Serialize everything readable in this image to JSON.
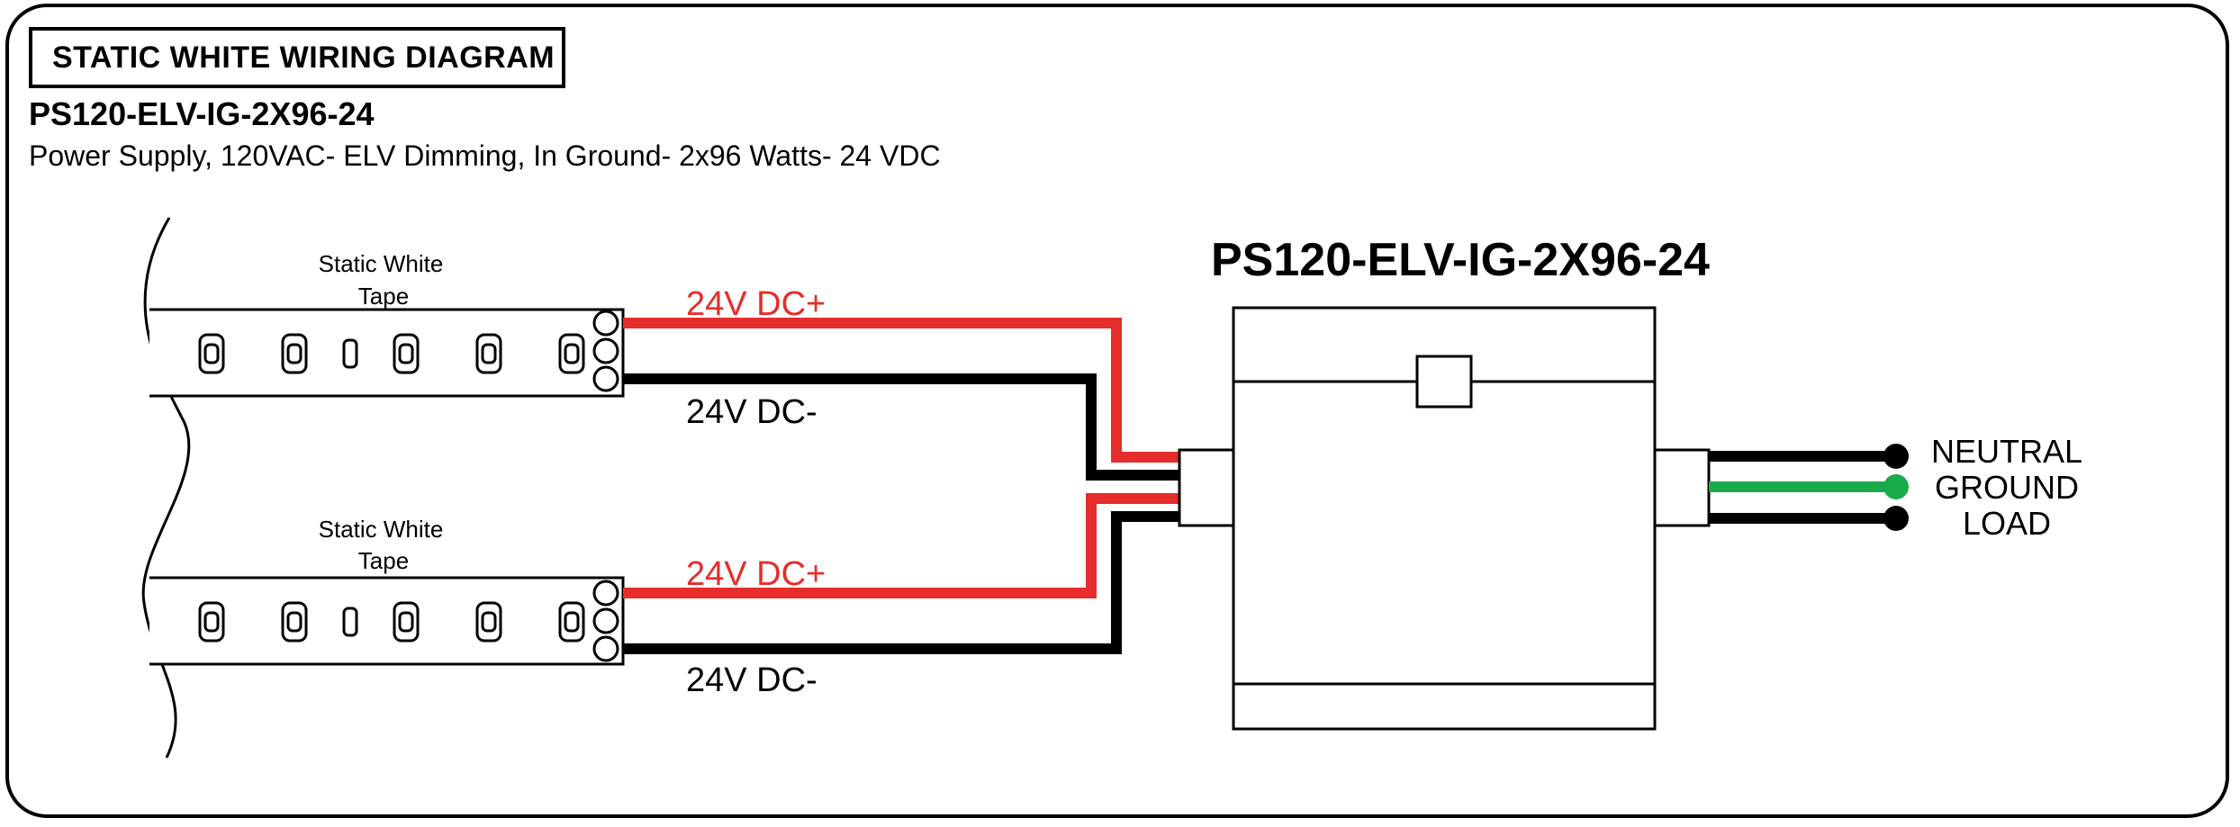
{
  "header": {
    "title": "STATIC WHITE WIRING DIAGRAM",
    "model": "PS120-ELV-IG-2X96-24",
    "description": "Power Supply, 120VAC- ELV Dimming, In Ground- 2x96 Watts- 24 VDC"
  },
  "power_supply": {
    "label": "PS120-ELV-IG-2X96-24"
  },
  "tapes": [
    {
      "label_line1": "Static White",
      "label_line2": "Tape",
      "positive_label": "24V DC+",
      "negative_label": "24V DC-"
    },
    {
      "label_line1": "Static White",
      "label_line2": "Tape",
      "positive_label": "24V DC+",
      "negative_label": "24V DC-"
    }
  ],
  "ac_leads": {
    "neutral": "NEUTRAL",
    "ground": "GROUND",
    "load": "LOAD"
  },
  "colors": {
    "positive": "#e52d2b",
    "negative": "#000000",
    "ground": "#1aab4b",
    "outline": "#000000"
  }
}
